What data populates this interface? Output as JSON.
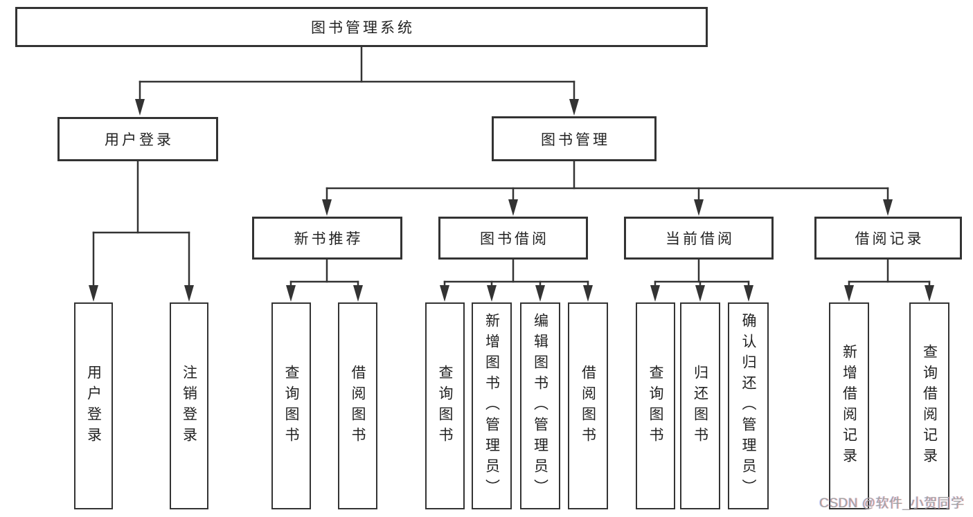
{
  "diagram": {
    "root": {
      "label": "图书管理系统"
    },
    "level2": [
      {
        "label": "用户登录"
      },
      {
        "label": "图书管理"
      }
    ],
    "level3": [
      {
        "label": "新书推荐"
      },
      {
        "label": "图书借阅"
      },
      {
        "label": "当前借阅"
      },
      {
        "label": "借阅记录"
      }
    ],
    "leaves": [
      {
        "label": "用户登录"
      },
      {
        "label": "注销登录"
      },
      {
        "label": "查询图书"
      },
      {
        "label": "借阅图书"
      },
      {
        "label": "查询图书"
      },
      {
        "label": "新增图书（管理员）"
      },
      {
        "label": "编辑图书（管理员）"
      },
      {
        "label": "借阅图书"
      },
      {
        "label": "查询图书"
      },
      {
        "label": "归还图书"
      },
      {
        "label": "确认归还（管理员）"
      },
      {
        "label": "新增借阅记录"
      },
      {
        "label": "查询借阅记录"
      }
    ]
  },
  "watermark": {
    "text": "CSDN @软件_小贺同学"
  },
  "colors": {
    "line": "#333333",
    "text": "#222222",
    "background": "#ffffff",
    "watermark": "#a3a3a3"
  }
}
